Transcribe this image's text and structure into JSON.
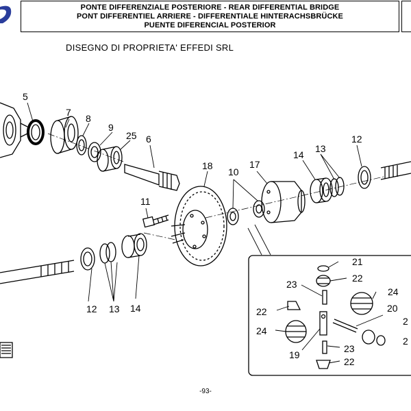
{
  "header": {
    "title_lines": [
      "PONTE DIFFERENZIALE POSTERIORE - REAR DIFFERENTIAL BRIDGE",
      "PONT DIFFERENTIEL ARRIERE - DIFFERENTIALE HINTERACHSBRÜCKE",
      "PUENTE DIFERENCIAL POSTERIOR"
    ]
  },
  "ownership_note": "DISEGNO DI PROPRIETA' EFFEDI SRL",
  "page_number": "-93-",
  "callouts": {
    "c5": "5",
    "c7": "7",
    "c8": "8",
    "c9": "9",
    "c25": "25",
    "c6": "6",
    "c18": "18",
    "c10": "10",
    "c17": "17",
    "c14a": "14",
    "c13a": "13",
    "c12a": "12",
    "c11": "11",
    "c12b": "12",
    "c13b": "13",
    "c14b": "14",
    "c21": "21",
    "c22a": "22",
    "c23a": "23",
    "c24a": "24",
    "c22b": "22",
    "c20": "20",
    "c24b": "24",
    "c19": "19",
    "c23b": "23",
    "c22c": "22",
    "c2a": "2",
    "c2b": "2"
  },
  "colors": {
    "logo": "#2a3d9c",
    "line": "#000000",
    "shade": "#cfcfcf"
  }
}
